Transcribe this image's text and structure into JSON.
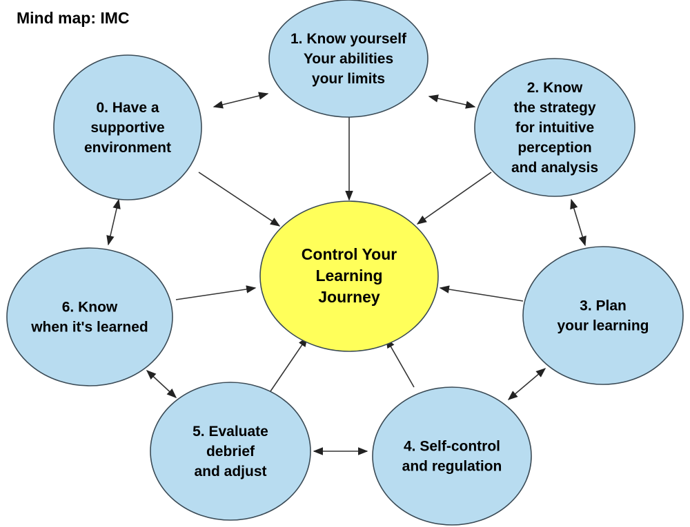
{
  "title": "Mind map: IMC",
  "colors": {
    "node_fill": "#b8dcf0",
    "center_fill": "#ffff5a",
    "edge": "#333333"
  },
  "center": {
    "lines": [
      "Control Your",
      "Learning",
      "Journey"
    ]
  },
  "nodes": [
    {
      "id": "n0",
      "lines": [
        "0. Have a",
        "supportive",
        "environment"
      ]
    },
    {
      "id": "n1",
      "lines": [
        "1. Know yourself",
        "Your abilities",
        "your limits"
      ]
    },
    {
      "id": "n2",
      "lines": [
        "2. Know",
        "the strategy",
        "for intuitive",
        "perception",
        "and analysis"
      ]
    },
    {
      "id": "n3",
      "lines": [
        "3. Plan",
        "your learning"
      ]
    },
    {
      "id": "n4",
      "lines": [
        "4. Self-control",
        "and regulation"
      ]
    },
    {
      "id": "n5",
      "lines": [
        "5. Evaluate",
        "debrief",
        "and adjust"
      ]
    },
    {
      "id": "n6",
      "lines": [
        "6. Know",
        "when it's learned"
      ]
    }
  ],
  "edges": [
    {
      "from": "n0",
      "to": "n1",
      "bidirectional": true
    },
    {
      "from": "n1",
      "to": "n2",
      "bidirectional": true
    },
    {
      "from": "n2",
      "to": "n3",
      "bidirectional": true
    },
    {
      "from": "n3",
      "to": "n4",
      "bidirectional": true
    },
    {
      "from": "n4",
      "to": "n5",
      "bidirectional": true
    },
    {
      "from": "n5",
      "to": "n6",
      "bidirectional": true
    },
    {
      "from": "n6",
      "to": "n0",
      "bidirectional": true
    },
    {
      "from": "n0",
      "to": "center",
      "bidirectional": false
    },
    {
      "from": "n1",
      "to": "center",
      "bidirectional": false
    },
    {
      "from": "n2",
      "to": "center",
      "bidirectional": false
    },
    {
      "from": "n3",
      "to": "center",
      "bidirectional": false
    },
    {
      "from": "n4",
      "to": "center",
      "bidirectional": false
    },
    {
      "from": "n5",
      "to": "center",
      "bidirectional": false
    },
    {
      "from": "n6",
      "to": "center",
      "bidirectional": false
    }
  ]
}
